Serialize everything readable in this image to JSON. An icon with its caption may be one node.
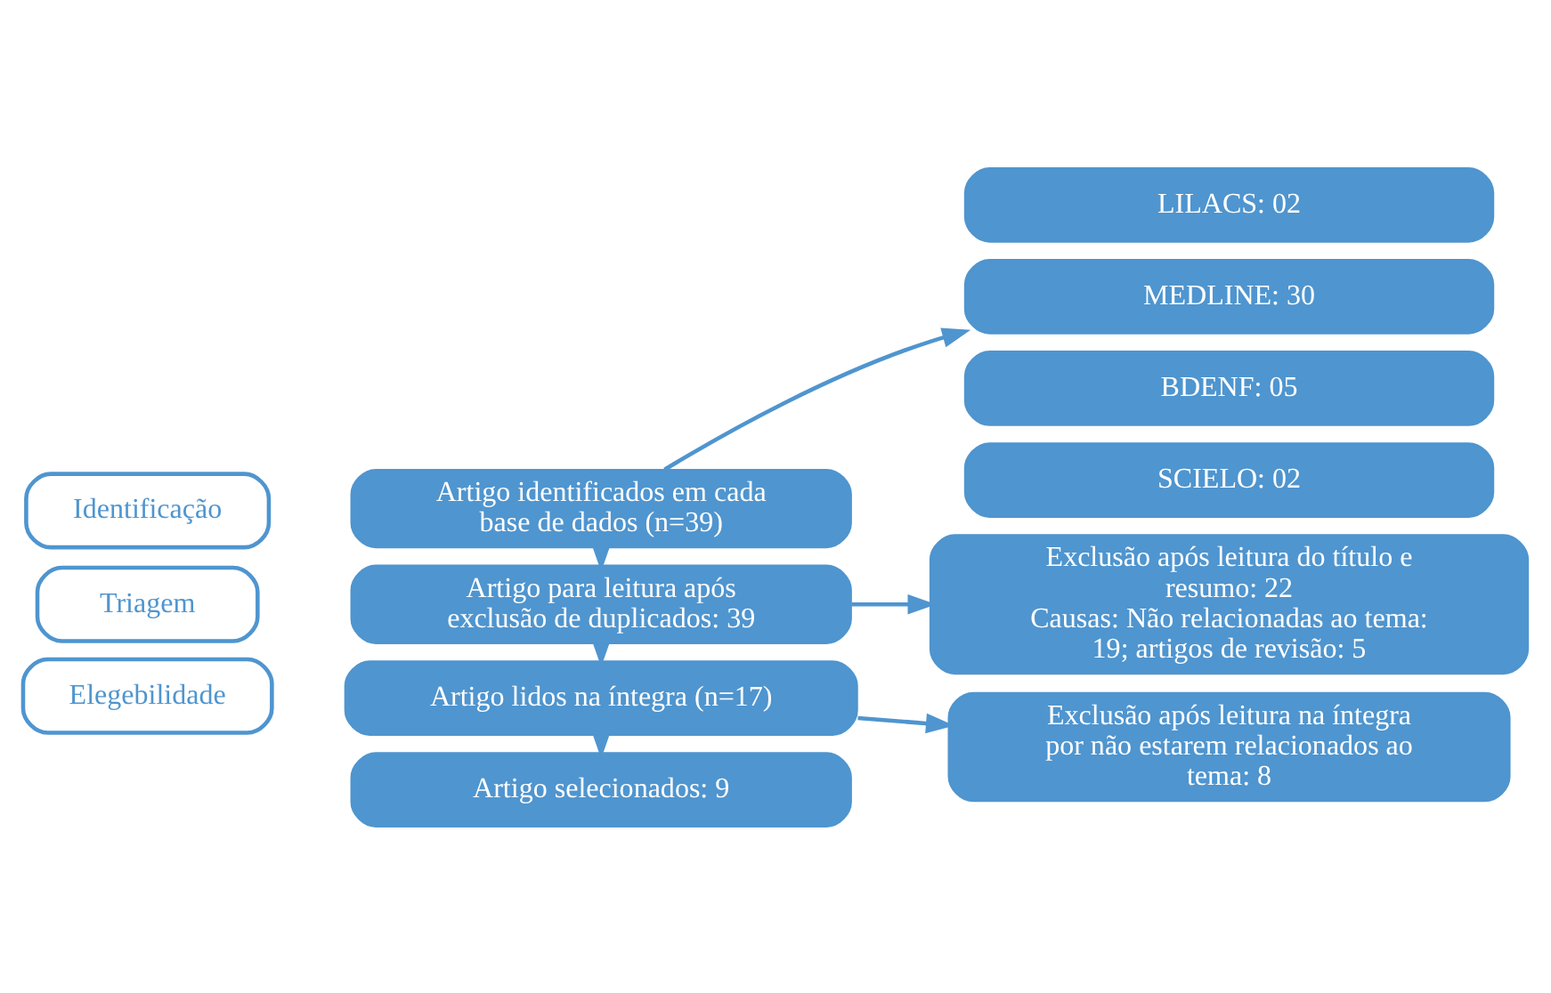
{
  "diagram": {
    "nodes": [
      {
        "text": [
          "Identificação"
        ]
      },
      {
        "text": [
          "Triagem"
        ]
      },
      {
        "text": [
          "Elegebilidade"
        ]
      },
      {
        "text": [
          "Artigo identificados em cada base de dados (n=39)"
        ]
      },
      {
        "text": [
          "LILACS: 02"
        ]
      },
      {
        "text": [
          "MEDLINE: 30"
        ]
      },
      {
        "text": [
          "BDENF: 05"
        ]
      },
      {
        "text": [
          "SCIELO: 02"
        ]
      },
      {
        "text": [
          "Artigo para leitura após exclusão de duplicados: 39"
        ]
      },
      {
        "text": [
          "Exclusão após leitura do título e resumo: 22",
          "Causas: Não relacionadas ao tema: 19; artigos de revisão: 5"
        ]
      },
      {
        "text": [
          "Artigo lidos na íntegra (n=17)"
        ]
      },
      {
        "text": [
          "Exclusão após leitura na íntegra por não estarem relacionados ao tema: 8"
        ]
      },
      {
        "text": [
          "Artigo selecionados: 9"
        ]
      }
    ],
    "edges": [
      {
        "from": 3,
        "to": 5,
        "arrow": "to"
      },
      {
        "from": 3,
        "to": 8,
        "arrow": "to"
      },
      {
        "from": 8,
        "to": 9,
        "arrow": "to"
      },
      {
        "from": 8,
        "to": 10,
        "arrow": "to"
      },
      {
        "from": 10,
        "to": 11,
        "arrow": "to"
      },
      {
        "from": 10,
        "to": 12,
        "arrow": "to"
      }
    ]
  }
}
